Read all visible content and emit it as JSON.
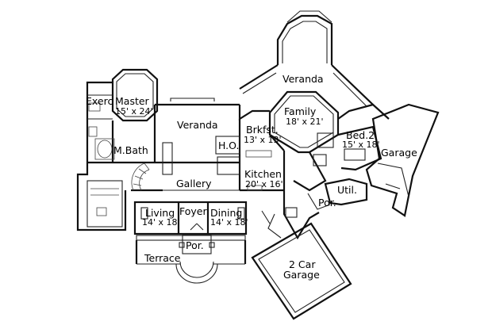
{
  "rooms": {
    "exercise": {
      "name": "Exerc"
    },
    "master": {
      "name": "Master",
      "size": "15' x 24'"
    },
    "veranda_left": {
      "name": "Veranda"
    },
    "veranda_top": {
      "name": "Veranda"
    },
    "family": {
      "name": "Family",
      "size": "18' x 21'"
    },
    "brkfst": {
      "name": "Brkfst.",
      "size": "13' x 13'"
    },
    "ho": {
      "name": "H.O."
    },
    "mbath": {
      "name": "M.Bath"
    },
    "kitchen": {
      "name": "Kitchen",
      "size": "20' x 16'"
    },
    "gallery": {
      "name": "Gallery"
    },
    "bed2": {
      "name": "Bed.2",
      "size": "15' x 18'"
    },
    "garage_right": {
      "name": "Garage"
    },
    "util": {
      "name": "Util."
    },
    "por_right": {
      "name": "Por."
    },
    "living": {
      "name": "Living",
      "size": "14' x 18'"
    },
    "foyer": {
      "name": "Foyer"
    },
    "dining": {
      "name": "Dining",
      "size": "14' x 18'"
    },
    "por_front": {
      "name": "Por."
    },
    "terrace": {
      "name": "Terrace"
    },
    "garage_2car": {
      "name": "2 Car",
      "name2": "Garage"
    }
  }
}
